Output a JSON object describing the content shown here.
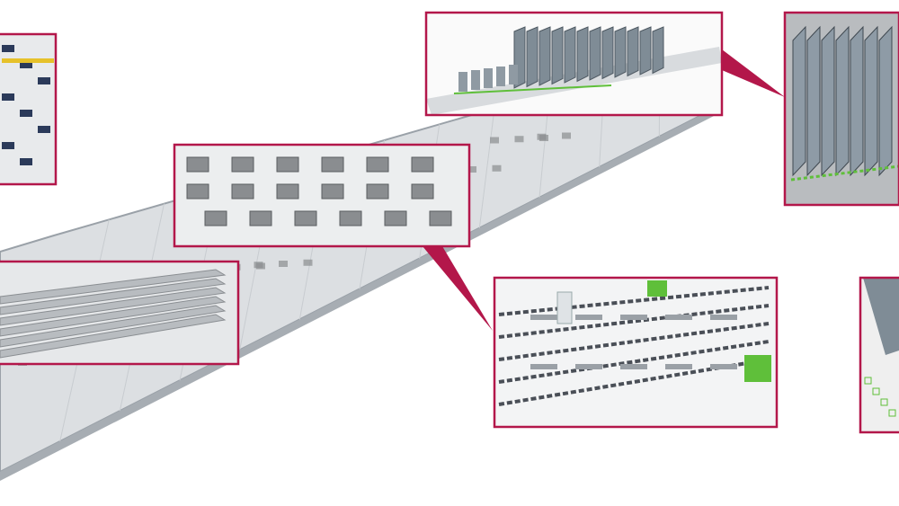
{
  "colors": {
    "background": "#ffffff",
    "floor": "#d9dcdf",
    "floor_edge": "#9aa1a8",
    "callout_border": "#b3174a",
    "racks": "#7f8c96",
    "machines": "#8a8d90",
    "greenery": "#5fbf3a",
    "fence": "#4a4f57"
  },
  "callouts": [
    {
      "name": "office-area"
    },
    {
      "name": "storage-racks"
    },
    {
      "name": "storage-racks-detail"
    },
    {
      "name": "machining-area"
    },
    {
      "name": "assembly-lines"
    },
    {
      "name": "fenced-production-cells"
    },
    {
      "name": "rack-corner-detail"
    }
  ]
}
